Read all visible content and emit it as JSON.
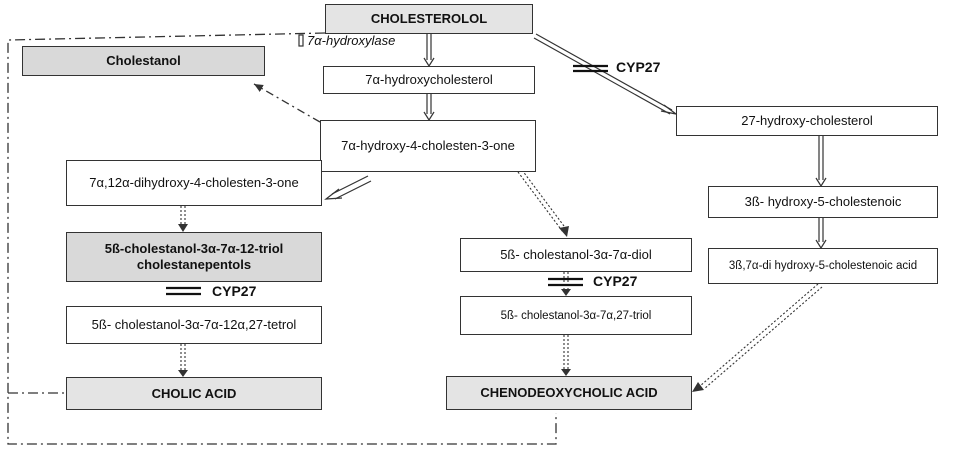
{
  "nodes": {
    "cholesterol": "CHOLESTEROLOL",
    "hydroxycholesterol_7a": "7α-hydroxycholesterol",
    "hydroxy_cholestenone": "7α-hydroxy-4-cholesten-3-one",
    "cholestanol": "Cholestanol",
    "dihydroxy_cholestenone": "7α,12α-dihydroxy-4-cholesten-3-one",
    "triol_line1": "5ß-cholestanol-3α-7α-12-triol",
    "triol_line2": "cholestanepentols",
    "tetrol": "5ß- cholestanol-3α-7α-12α,27-tetrol",
    "cholic_acid": "CHOLIC ACID",
    "diol": "5ß- cholestanol-3α-7α-diol",
    "triol27": "5ß- cholestanol-3α-7α,27-triol",
    "chenodeoxycholic_acid": "CHENODEOXYCHOLIC ACID",
    "hydroxy27_cholesterol": "27-hydroxy-cholesterol",
    "cholestenoic": "3ß- hydroxy-5-cholestenoic",
    "dihydroxy_cholestenoic_acid": "3ß,7α-di hydroxy-5-cholestenoic acid"
  },
  "labels": {
    "enzyme_7a": "7α-hydroxylase",
    "cyp27_top": "CYP27",
    "cyp27_left": "CYP27",
    "cyp27_mid": "CYP27"
  }
}
